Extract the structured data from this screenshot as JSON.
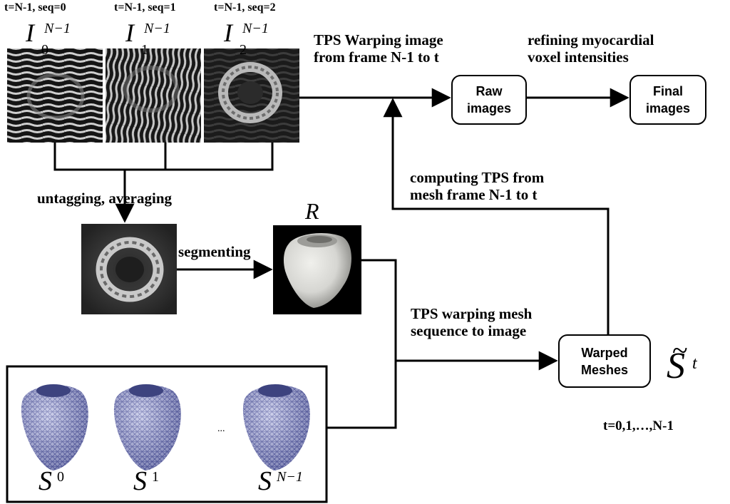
{
  "frames": [
    {
      "header": "t=N-1, seq=0",
      "symbol": "I",
      "sup": "N−1",
      "sub": "0",
      "tile_icon": "tagged-frame-horizontal-tags"
    },
    {
      "header": "t=N-1, seq=1",
      "symbol": "I",
      "sup": "N−1",
      "sub": "1",
      "tile_icon": "tagged-frame-vertical-tags"
    },
    {
      "header": "t=N-1, seq=2",
      "symbol": "I",
      "sup": "N−1",
      "sub": "2",
      "tile_icon": "tagged-frame-ring"
    }
  ],
  "labels": {
    "tps_warping_image": "TPS Warping image\nfrom frame N-1 to t",
    "refining": "refining myocardial\nvoxel intensities",
    "computing_tps": "computing TPS from\nmesh frame N-1 to t",
    "untagging": "untagging, averaging",
    "segmenting": "segmenting",
    "tps_warping_mesh": "TPS warping mesh\nsequence to image",
    "time_range": "t=0,1,…,N-1"
  },
  "boxes": {
    "raw": "Raw\nimages",
    "final": "Final\nimages",
    "warped": "Warped\nMeshes"
  },
  "symbols": {
    "reference": "R",
    "warped_symbol": "S",
    "warped_tilde": "~",
    "warped_sup": "t",
    "ellipsis": "..."
  },
  "meshes": [
    {
      "symbol": "S",
      "sup": "0"
    },
    {
      "symbol": "S",
      "sup": "1"
    },
    {
      "symbol": "S",
      "sup": "N−1"
    }
  ],
  "colors": {
    "line": "#000000",
    "mesh": "#545aa3",
    "mesh_light": "#b8bce3",
    "image_dark": "#151515",
    "image_light": "#cfcfcf",
    "heart_surface": "#d6d6d2"
  },
  "icons": {
    "average_image": "untagged-average-image",
    "reference_mesh": "reference-heart-surface",
    "mesh_sequence": "heart-mesh-wireframe"
  }
}
